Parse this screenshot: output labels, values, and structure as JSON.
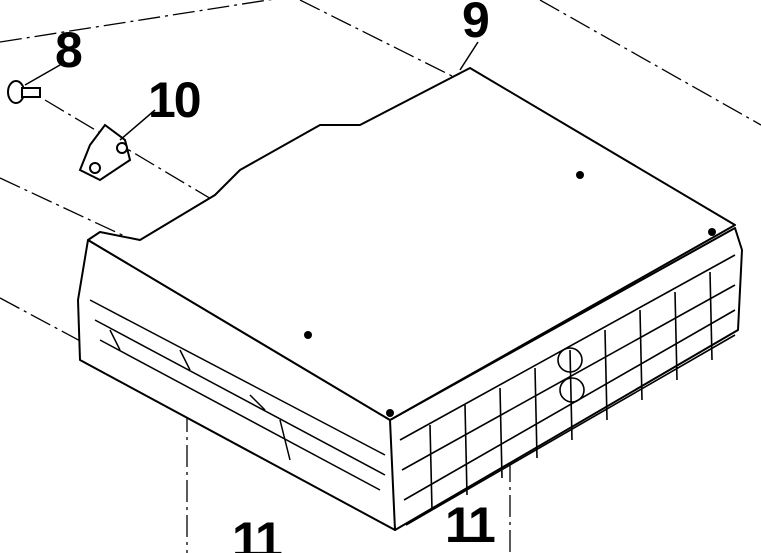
{
  "diagram": {
    "callouts": {
      "screw": "8",
      "unit": "9",
      "bracket": "10",
      "ref_left": "11",
      "ref_right": "11"
    },
    "colors": {
      "line": "#000000",
      "background": "#ffffff"
    }
  }
}
